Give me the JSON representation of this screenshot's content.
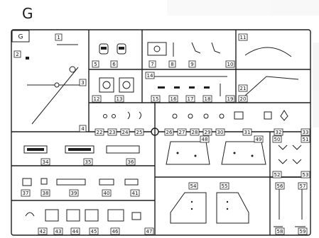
{
  "sheet_title": "G",
  "frame_letter": "G",
  "part_numbers": [
    "1",
    "2",
    "3",
    "4",
    "5",
    "6",
    "7",
    "8",
    "9",
    "10",
    "11",
    "12",
    "13",
    "14",
    "15",
    "16",
    "17",
    "18",
    "19",
    "20",
    "21",
    "22",
    "23",
    "24",
    "25",
    "26",
    "27",
    "28",
    "29",
    "30",
    "31",
    "32",
    "33",
    "34",
    "35",
    "36",
    "37",
    "38",
    "39",
    "40",
    "41",
    "42",
    "43",
    "44",
    "45",
    "46",
    "47",
    "48",
    "49",
    "50",
    "51",
    "52",
    "53",
    "54",
    "55",
    "56",
    "57",
    "58",
    "59"
  ]
}
